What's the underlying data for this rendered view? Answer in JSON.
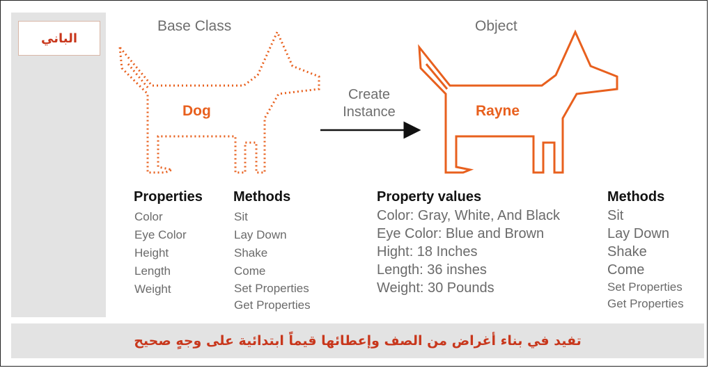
{
  "arabic_label": "الباني",
  "base_class": {
    "heading": "Base Class",
    "name": "Dog"
  },
  "object": {
    "heading": "Object",
    "name": "Rayne"
  },
  "arrow_text": {
    "line1": "Create",
    "line2": "Instance"
  },
  "class_properties": {
    "title": "Properties",
    "items": [
      "Color",
      "Eye Color",
      "Height",
      "Length",
      "Weight"
    ]
  },
  "class_methods": {
    "title": "Methods",
    "items": [
      "Sit",
      "Lay Down",
      "Shake",
      "Come",
      "Set Properties",
      "Get Properties"
    ]
  },
  "object_property_values": {
    "title": "Property values",
    "items": [
      "Color: Gray, White, And Black",
      "Eye Color: Blue and Brown",
      "Hight: 18 Inches",
      "Length: 36 inshes",
      "Weight: 30 Pounds"
    ]
  },
  "object_methods": {
    "title": "Methods",
    "items": [
      "Sit",
      "Lay Down",
      "Shake",
      "Come",
      "Set Properties",
      "Get Properties"
    ]
  },
  "caption": "تفيد في بناء أغراض من الصف وإعطائها قيماً ابتدائية على وجهٍ صحيح",
  "colors": {
    "accent": "#e8601e",
    "caption": "#c8371c",
    "panel": "#e3e3e3"
  }
}
